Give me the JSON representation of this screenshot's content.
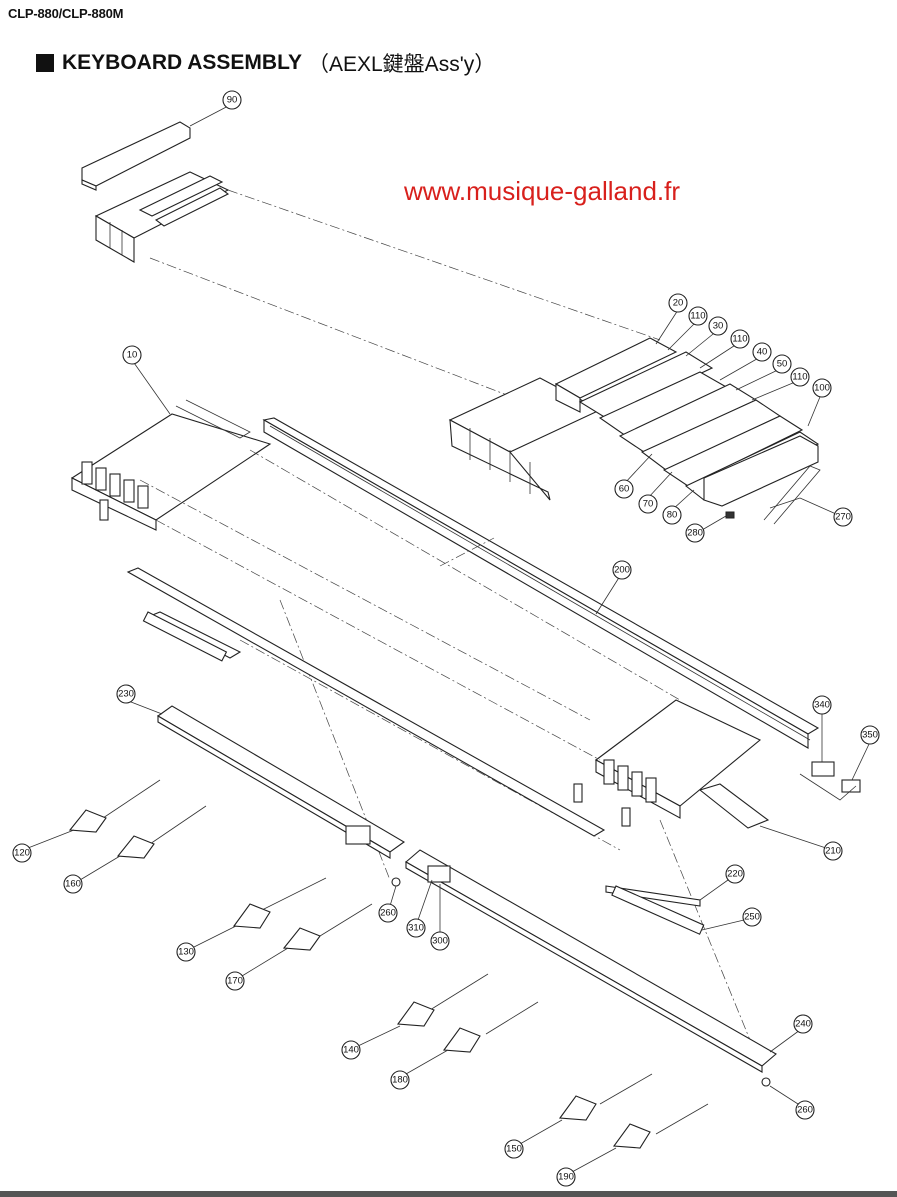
{
  "header": {
    "model": "CLP-880/CLP-880M",
    "title_main": "KEYBOARD ASSEMBLY",
    "title_sub": "（AEXL鍵盤Ass'y）"
  },
  "watermark": "www.musique-galland.fr",
  "callouts": [
    {
      "label": "90"
    },
    {
      "label": "20"
    },
    {
      "label": "110"
    },
    {
      "label": "30"
    },
    {
      "label": "110"
    },
    {
      "label": "40"
    },
    {
      "label": "50"
    },
    {
      "label": "110"
    },
    {
      "label": "100"
    },
    {
      "label": "10"
    },
    {
      "label": "60"
    },
    {
      "label": "70"
    },
    {
      "label": "80"
    },
    {
      "label": "270"
    },
    {
      "label": "280"
    },
    {
      "label": "200"
    },
    {
      "label": "340"
    },
    {
      "label": "350"
    },
    {
      "label": "230"
    },
    {
      "label": "210"
    },
    {
      "label": "120"
    },
    {
      "label": "160"
    },
    {
      "label": "260"
    },
    {
      "label": "220"
    },
    {
      "label": "310"
    },
    {
      "label": "300"
    },
    {
      "label": "250"
    },
    {
      "label": "130"
    },
    {
      "label": "170"
    },
    {
      "label": "240"
    },
    {
      "label": "140"
    },
    {
      "label": "180"
    },
    {
      "label": "260"
    },
    {
      "label": "150"
    },
    {
      "label": "190"
    }
  ],
  "colors": {
    "watermark": "#d8201c",
    "ink": "#222222"
  }
}
